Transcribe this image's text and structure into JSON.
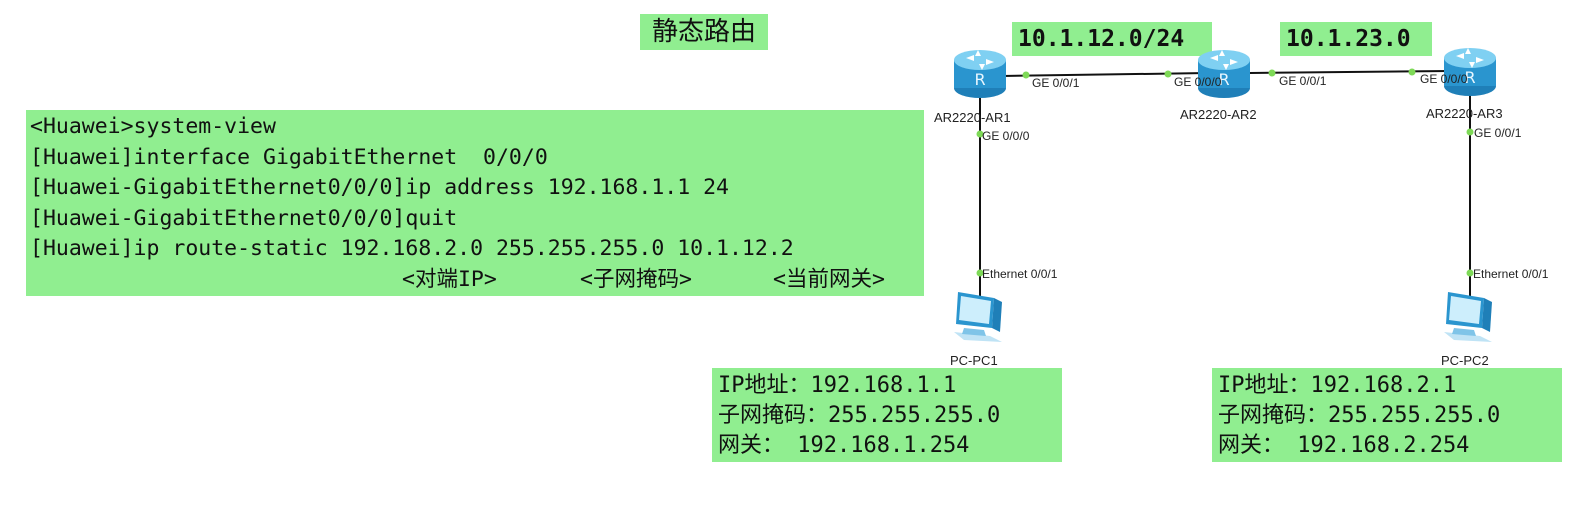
{
  "title": "静态路由",
  "networks": {
    "link_ar1_ar2": "10.1.12.0/24",
    "link_ar2_ar3": "10.1.23.0"
  },
  "cli": {
    "lines": [
      "<Huawei>system-view",
      "[Huawei]interface GigabitEthernet  0/0/0",
      "[Huawei-GigabitEthernet0/0/0]ip address 192.168.1.1 24",
      "[Huawei-GigabitEthernet0/0/0]quit",
      "[Huawei]ip route-static 192.168.2.0 255.255.255.0 10.1.12.2"
    ],
    "param_labels": {
      "peer_ip": "<对端IP>",
      "subnet_mask": "<子网掩码>",
      "current_gateway": "<当前网关>"
    }
  },
  "devices": {
    "ar1": "AR2220-AR1",
    "ar2": "AR2220-AR2",
    "ar3": "AR2220-AR3",
    "pc1": "PC-PC1",
    "pc2": "PC-PC2"
  },
  "ports": {
    "ar1_ge001": "GE 0/0/1",
    "ar1_ge000": "GE 0/0/0",
    "ar2_ge000": "GE 0/0/0",
    "ar2_ge001": "GE 0/0/1",
    "ar3_ge000": "GE 0/0/0",
    "ar3_ge001": "GE 0/0/1",
    "pc1_eth": "Ethernet 0/0/1",
    "pc2_eth": "Ethernet 0/0/1"
  },
  "pc1_info": {
    "ip": "IP地址：192.168.1.1",
    "mask": "子网掩码：255.255.255.0",
    "gateway": "网关： 192.168.1.254"
  },
  "pc2_info": {
    "ip": "IP地址：192.168.2.1",
    "mask": "子网掩码：255.255.255.0",
    "gateway": "网关： 192.168.2.254"
  },
  "colors": {
    "highlight": "#90ee90",
    "port_dot": "#7ed957",
    "router_blue": "#3aa6dc"
  },
  "icons": {
    "router": "router-icon",
    "pc": "pc-icon"
  }
}
